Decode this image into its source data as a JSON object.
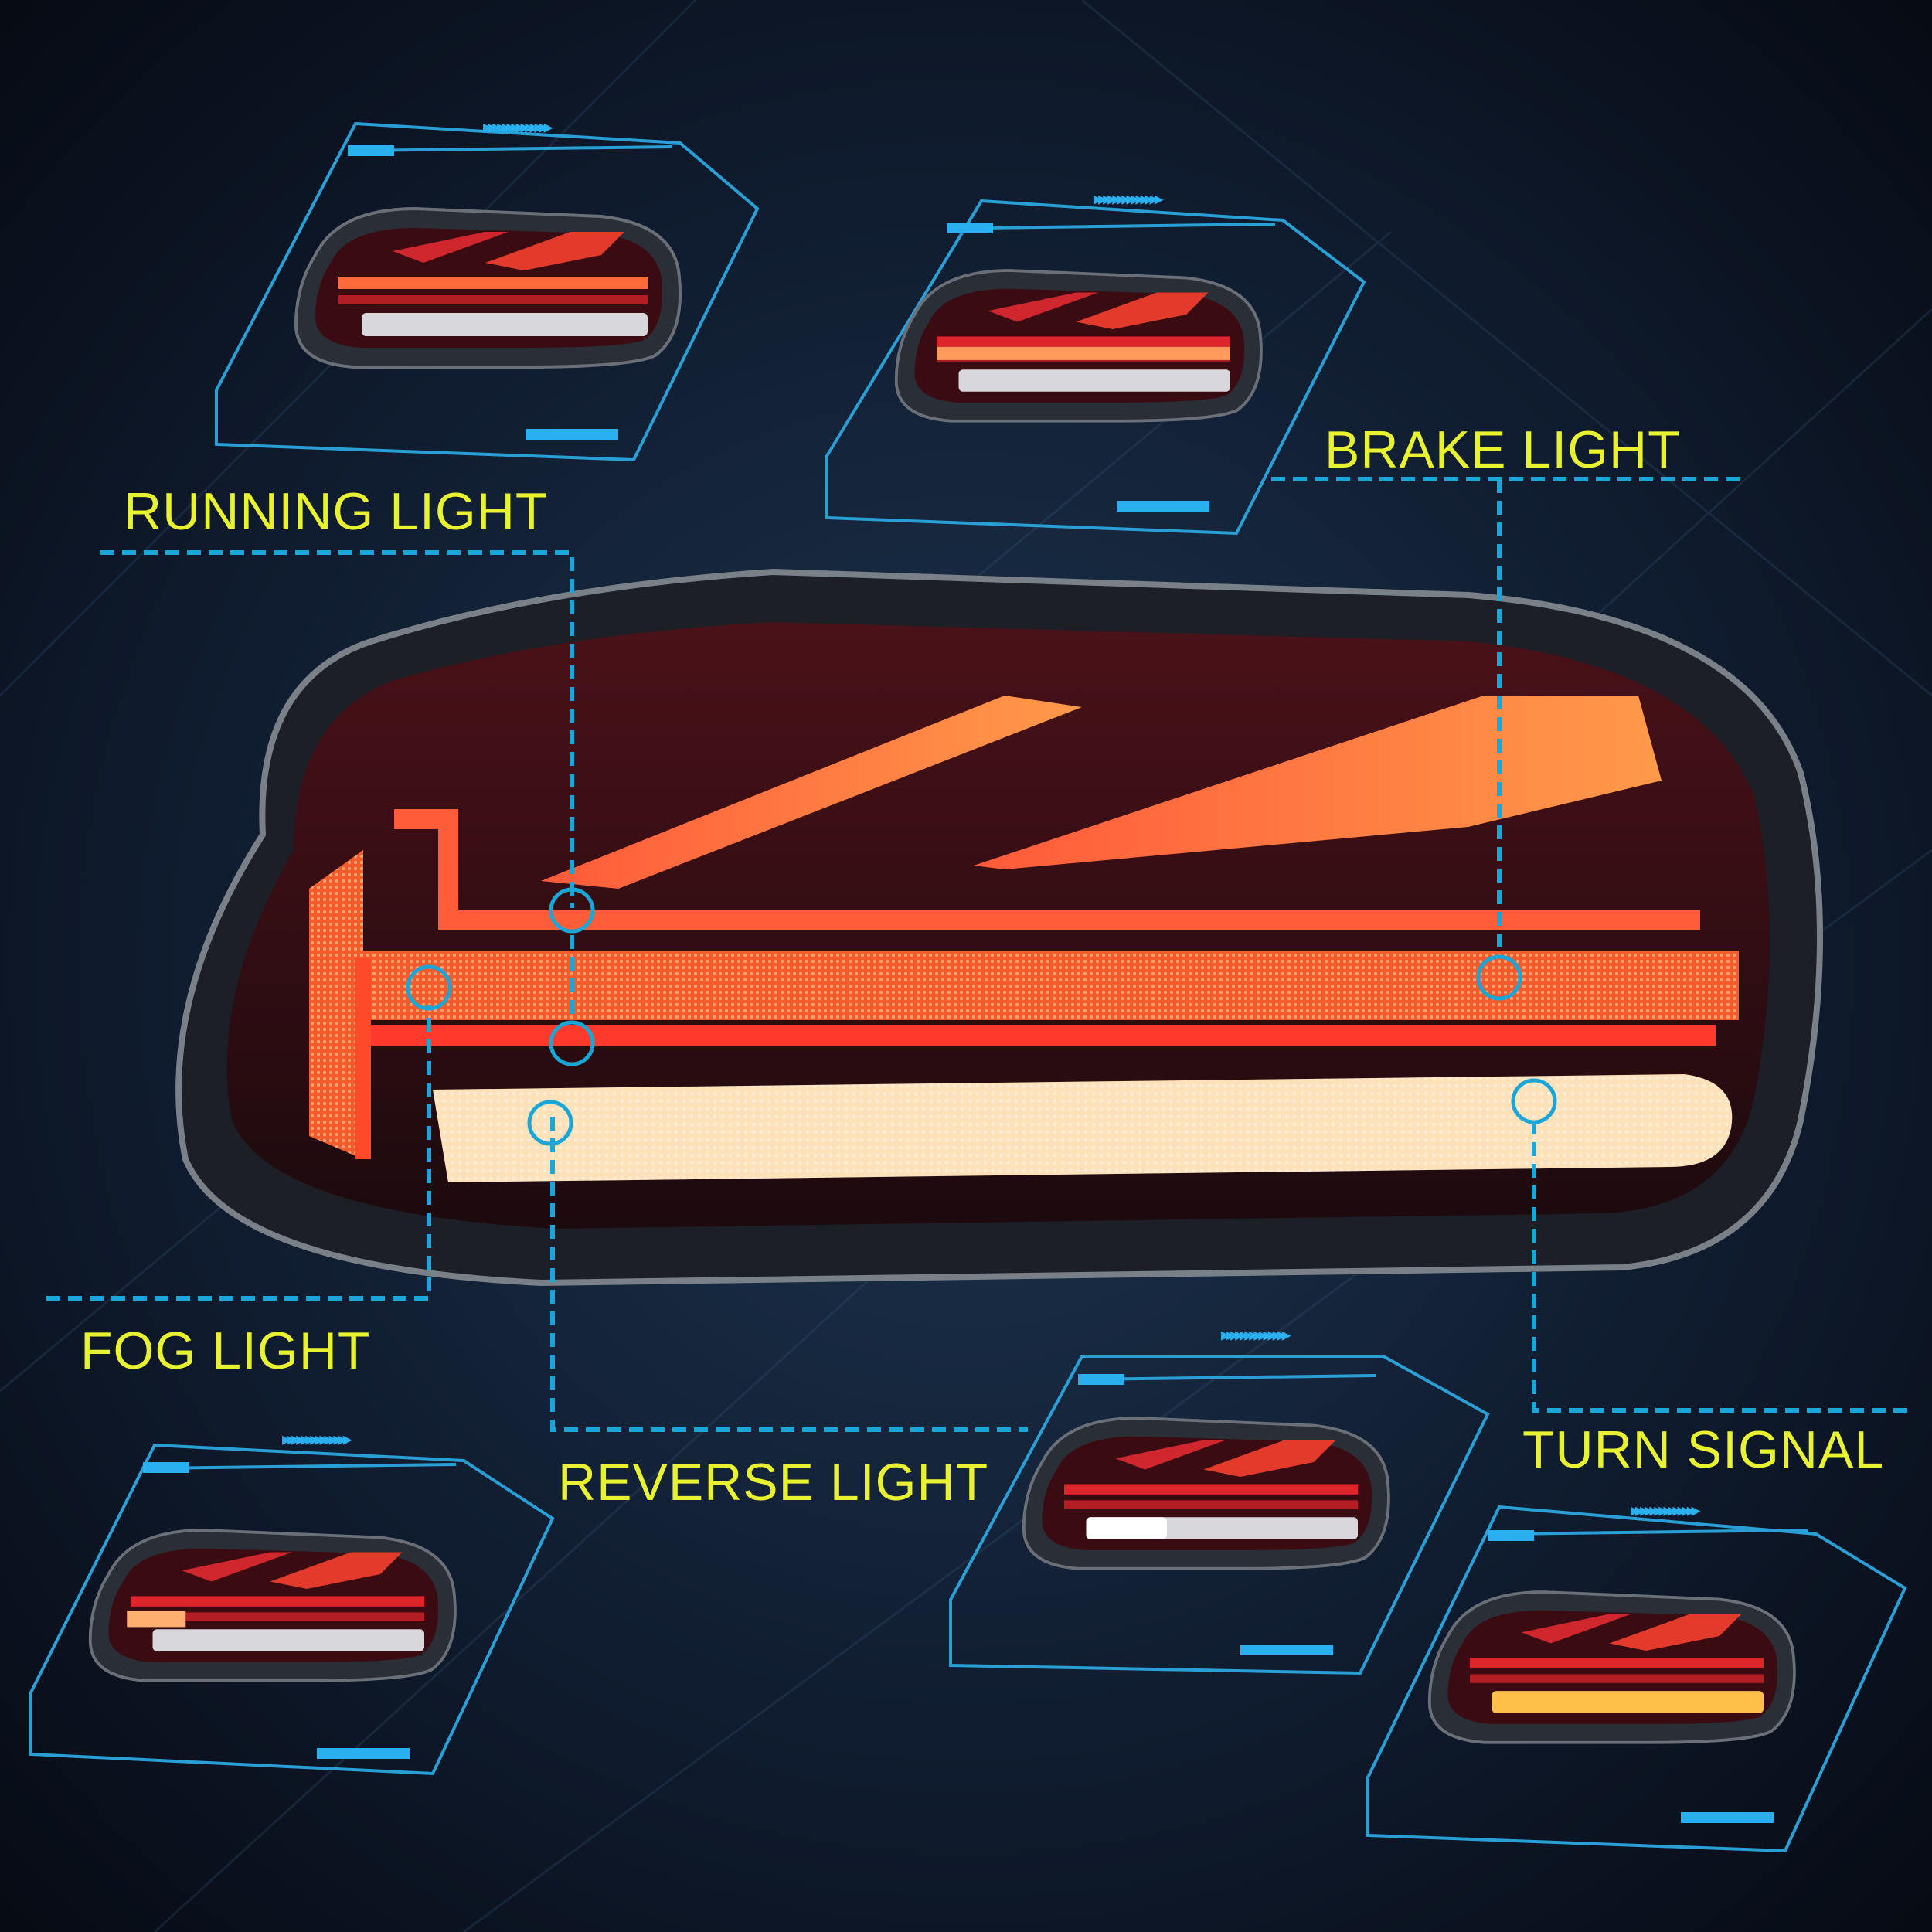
{
  "labels": {
    "running": "RUNNING LIGHT",
    "brake": "BRAKE LIGHT",
    "fog": "FOG LIGHT",
    "reverse": "REVERSE LIGHT",
    "turn": "TURN SIGNAL"
  },
  "colors": {
    "background": "#0c1424",
    "label_text": "#e9f231",
    "callout_line": "#1aa7d8",
    "panel_frame": "#2a9fd6",
    "lens_red": "#e0242c",
    "led_orange": "#ff6a2a",
    "reverse_white": "#fff4dc",
    "turn_amber": "#ffc04a"
  }
}
